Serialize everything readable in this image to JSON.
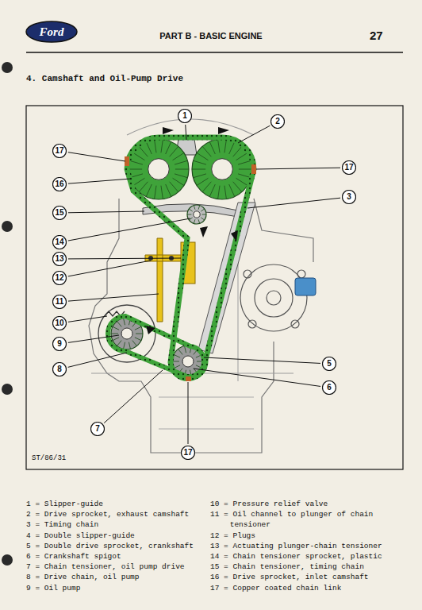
{
  "diagram": {
    "title": "4. Camshaft and Oil-Pump Drive",
    "nodes": [
      {
        "text": [
          "1"
        ]
      },
      {
        "text": [
          "2"
        ]
      },
      {
        "text": [
          "17"
        ]
      },
      {
        "text": [
          "17"
        ]
      },
      {
        "text": [
          "16"
        ]
      },
      {
        "text": [
          "3"
        ]
      },
      {
        "text": [
          "15"
        ]
      },
      {
        "text": [
          "14"
        ]
      },
      {
        "text": [
          "13"
        ]
      },
      {
        "text": [
          "12"
        ]
      },
      {
        "text": [
          "11"
        ]
      },
      {
        "text": [
          "10"
        ]
      },
      {
        "text": [
          "9"
        ]
      },
      {
        "text": [
          "8"
        ]
      },
      {
        "text": [
          "5"
        ]
      },
      {
        "text": [
          "6"
        ]
      },
      {
        "text": [
          "7"
        ]
      },
      {
        "text": [
          "17"
        ]
      }
    ],
    "labels": [
      "Ford",
      "PART B - BASIC ENGINE",
      "27",
      "ST/86/31",
      "1 = Slipper-guide",
      "2 = Drive sprocket, exhaust camshaft",
      "3 = Timing chain",
      "4 = Double slipper-guide",
      "5 = Double drive sprocket, crankshaft",
      "6 = Crankshaft spigot",
      "7 = Chain tensioner, oil pump drive",
      "8 = Drive chain, oil pump",
      "9 = Oil pump",
      "10 = Pressure relief valve",
      "11 = Oil channel to plunger of chain tensioner",
      "12 = Plugs",
      "13 = Actuating plunger-chain tensioner",
      "14 = Chain tensioner sprocket, plastic",
      "15 = Chain tensioner, timing chain",
      "16 = Drive sprocket, inlet camshaft",
      "17 = Copper coated chain link"
    ]
  }
}
